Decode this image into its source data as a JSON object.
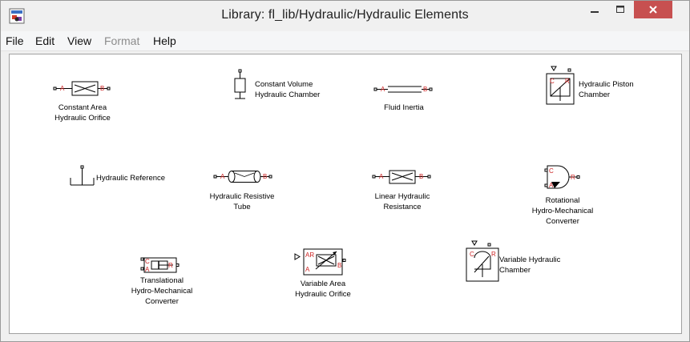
{
  "window": {
    "title": "Library: fl_lib/Hydraulic/Hydraulic Elements",
    "colors": {
      "close": "#c75050",
      "port": "#cc2222",
      "frame": "#f0f0f0"
    }
  },
  "icons": [
    "matlab-app-icon",
    "minimize-icon",
    "maximize-icon",
    "close-icon"
  ],
  "menu": {
    "file": "File",
    "edit": "Edit",
    "view": "View",
    "format": "Format",
    "help": "Help"
  },
  "blocks": {
    "constant_area_orifice": {
      "line1": "Constant Area",
      "line2": "Hydraulic Orifice"
    },
    "constant_volume_chamber": {
      "line1": "Constant Volume",
      "line2": "Hydraulic Chamber"
    },
    "fluid_inertia": {
      "line1": "Fluid Inertia"
    },
    "piston_chamber": {
      "line1": "Hydraulic Piston",
      "line2": "Chamber"
    },
    "hydraulic_reference": {
      "line1": "Hydraulic Reference"
    },
    "resistive_tube": {
      "line1": "Hydraulic Resistive",
      "line2": "Tube"
    },
    "linear_resistance": {
      "line1": "Linear Hydraulic",
      "line2": "Resistance"
    },
    "rotational_converter": {
      "line1": "Rotational",
      "line2": "Hydro-Mechanical",
      "line3": "Converter"
    },
    "translational_converter": {
      "line1": "Translational",
      "line2": "Hydro-Mechanical",
      "line3": "Converter"
    },
    "variable_area_orifice": {
      "line1": "Variable Area",
      "line2": "Hydraulic Orifice"
    },
    "variable_chamber": {
      "line1": "Variable Hydraulic",
      "line2": "Chamber"
    }
  },
  "ports": {
    "a": "A",
    "b": "B",
    "c": "C",
    "r": "R",
    "ar": "AR"
  }
}
